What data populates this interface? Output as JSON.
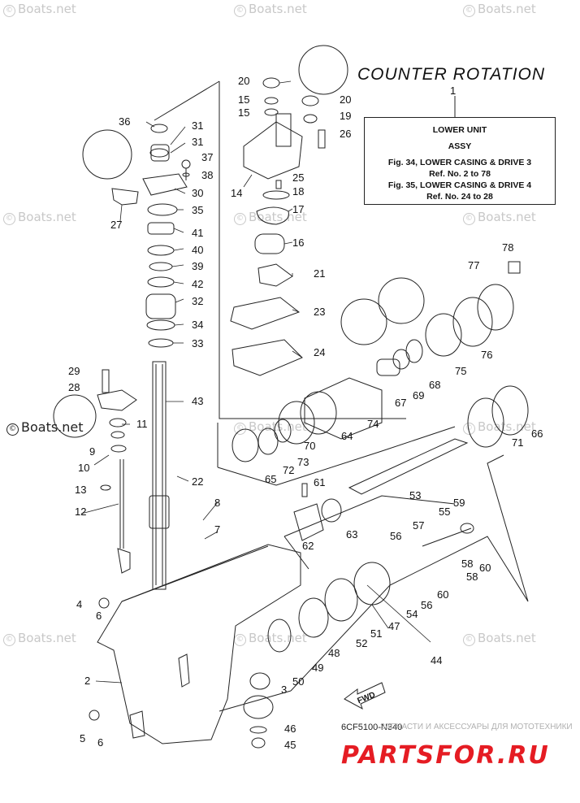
{
  "watermark_text": "Boats.net",
  "diagram": {
    "title": "COUNTER ROTATION",
    "box_callout": "1",
    "info_box": {
      "line1": "LOWER UNIT",
      "line2": "ASSY",
      "line3": "Fig. 34, LOWER CASING & DRIVE 3",
      "line4": "Ref. No. 2 to 78",
      "line5": "Fig. 35, LOWER CASING & DRIVE 4",
      "line6": "Ref. No. 24 to 28"
    },
    "fwd_label": "FWD",
    "drawing_code": "6CF5100-N340",
    "footer_text": "ЗАПЧАСТИ И АКСЕССУАРЫ ДЛЯ МОТОТЕХНИКИ",
    "brand_text": "PARTSFOR.RU",
    "callouts": [
      "20",
      "15",
      "15",
      "20",
      "19",
      "26",
      "36",
      "31",
      "31",
      "37",
      "38",
      "25",
      "18",
      "14",
      "30",
      "27",
      "35",
      "17",
      "41",
      "16",
      "40",
      "39",
      "21",
      "42",
      "32",
      "23",
      "34",
      "33",
      "24",
      "78",
      "77",
      "76",
      "75",
      "68",
      "69",
      "67",
      "29",
      "28",
      "43",
      "74",
      "70",
      "64",
      "11",
      "9",
      "10",
      "66",
      "71",
      "73",
      "72",
      "65",
      "61",
      "53",
      "22",
      "13",
      "12",
      "8",
      "59",
      "55",
      "57",
      "56",
      "63",
      "62",
      "7",
      "60",
      "58",
      "58",
      "60",
      "56",
      "54",
      "4",
      "6",
      "47",
      "51",
      "52",
      "48",
      "49",
      "50",
      "44",
      "3",
      "2",
      "5",
      "6",
      "46",
      "45"
    ],
    "brand_colors": {
      "ink": "#222222",
      "watermark": "#c8c8c8",
      "brand_red": "#e51c23"
    }
  }
}
